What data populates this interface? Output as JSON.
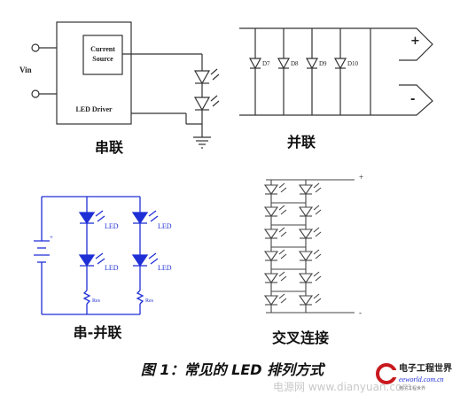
{
  "labels": {
    "vin": "Vin",
    "current_source_line1": "Current",
    "current_source_line2": "Source",
    "led_driver": "LED Driver",
    "series_title": "串联",
    "parallel_title": "并联",
    "series_parallel_title": "串-并联",
    "cross_title": "交叉连接",
    "plus": "+",
    "minus": "-",
    "d7": "D7",
    "d8": "D8",
    "d9": "D9",
    "d10": "D10",
    "led": "LED",
    "res": "Res",
    "caption": "图 1：常见的 LED 排列方式",
    "watermark": "电源网 www.dianyuan.com",
    "logo_main": "电子工程世界",
    "logo_url": "eeworld.com.cn",
    "logo_sub": "电子工程世界"
  },
  "colors": {
    "ink": "#222222",
    "blue": "#1f2fd6",
    "wire": "#444444",
    "watermark": "#c8c8c8",
    "logo_red": "#c8191e"
  }
}
